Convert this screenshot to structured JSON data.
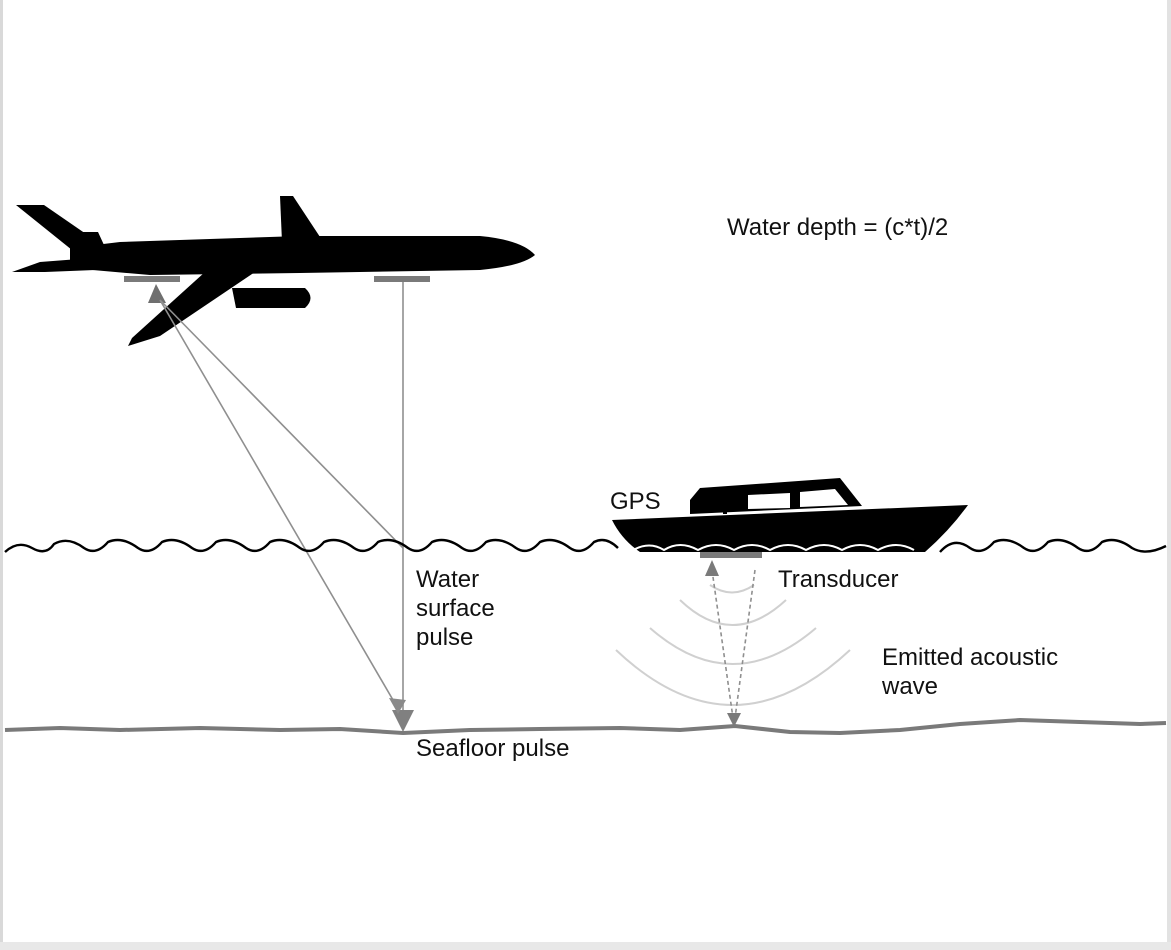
{
  "diagram": {
    "formula": "Water depth = (c*t)/2",
    "labels": {
      "gps": "GPS",
      "transducer": "Transducer",
      "water_surface_pulse": [
        "Water",
        "surface",
        "pulse"
      ],
      "emitted_acoustic_wave": [
        "Emitted acoustic",
        "wave"
      ],
      "seafloor_pulse": "Seafloor pulse"
    },
    "icons": [
      "airplane-icon",
      "boat-icon"
    ],
    "colors": {
      "silhouette": "#000000",
      "beam": "#8f8f8f",
      "seafloor": "#7a7a7a",
      "acoustic_wave": "#d0d0d0"
    }
  }
}
